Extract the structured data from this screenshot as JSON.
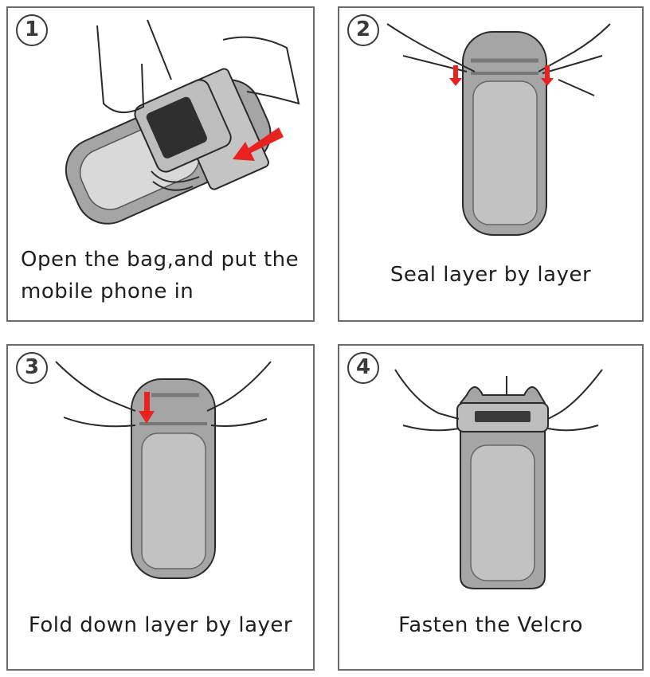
{
  "steps": [
    {
      "number": "1",
      "caption_line1": "Open the bag,and put the",
      "caption_line2": "mobile phone in"
    },
    {
      "number": "2",
      "caption": "Seal layer by layer"
    },
    {
      "number": "3",
      "caption": "Fold down layer by layer"
    },
    {
      "number": "4",
      "caption": "Fasten the Velcro"
    }
  ],
  "colors": {
    "arrow": "#e8231f",
    "bag_fill": "#9e9e9e",
    "bag_inner": "#cfcfcf",
    "frame": "#6a6a6a",
    "line": "#2a2a2a"
  },
  "icons": [
    "hand-icon",
    "arrow-icon",
    "waterproof-bag-icon",
    "mobile-phone-icon"
  ]
}
